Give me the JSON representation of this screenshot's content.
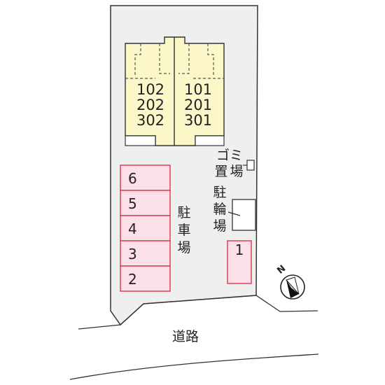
{
  "building": {
    "left_rooms": [
      "102",
      "202",
      "302"
    ],
    "right_rooms": [
      "101",
      "201",
      "301"
    ]
  },
  "parking": {
    "label_chars": [
      "駐",
      "車",
      "場"
    ],
    "left_slots": [
      "6",
      "5",
      "4",
      "3",
      "2"
    ],
    "right_slot": "1"
  },
  "garbage": {
    "label_line1": "ゴミ",
    "label_line2_chars": [
      "置",
      "場"
    ]
  },
  "bicycle": {
    "label_chars": [
      "駐",
      "輪",
      "場"
    ]
  },
  "road": {
    "label": "道路"
  },
  "compass": {
    "north_label": "N"
  },
  "colors": {
    "building_fill": "#fbf7c8",
    "parking_fill": "#fbe0ea",
    "parking_stroke": "#e2334f",
    "lot_fill": "#efefef",
    "outline": "#333333"
  }
}
